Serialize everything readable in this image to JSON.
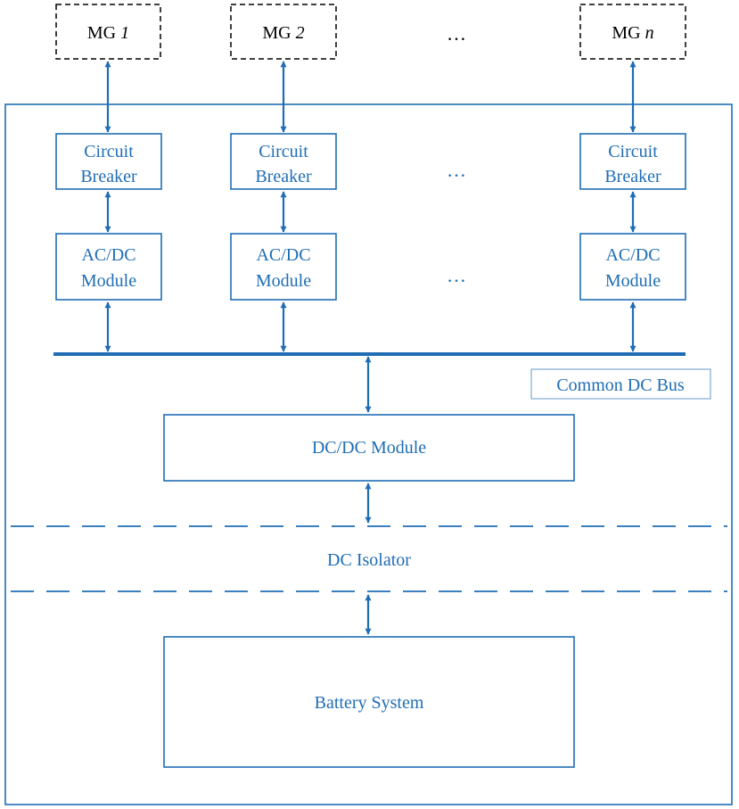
{
  "microgrids": [
    {
      "prefix": "MG ",
      "index": "1"
    },
    {
      "prefix": "MG ",
      "index": "2"
    },
    {
      "prefix": "MG ",
      "index": "n"
    }
  ],
  "ellipsis": "…",
  "circuit_breaker": {
    "line1": "Circuit",
    "line2": "Breaker"
  },
  "acdc_module": {
    "line1": "AC/DC",
    "line2": "Module"
  },
  "common_dc_bus": "Common DC Bus",
  "dcdc_module": "DC/DC Module",
  "dc_isolator": "DC Isolator",
  "battery_system": "Battery System",
  "colors": {
    "line": "#1f6db5",
    "mg_border": "#000000"
  }
}
